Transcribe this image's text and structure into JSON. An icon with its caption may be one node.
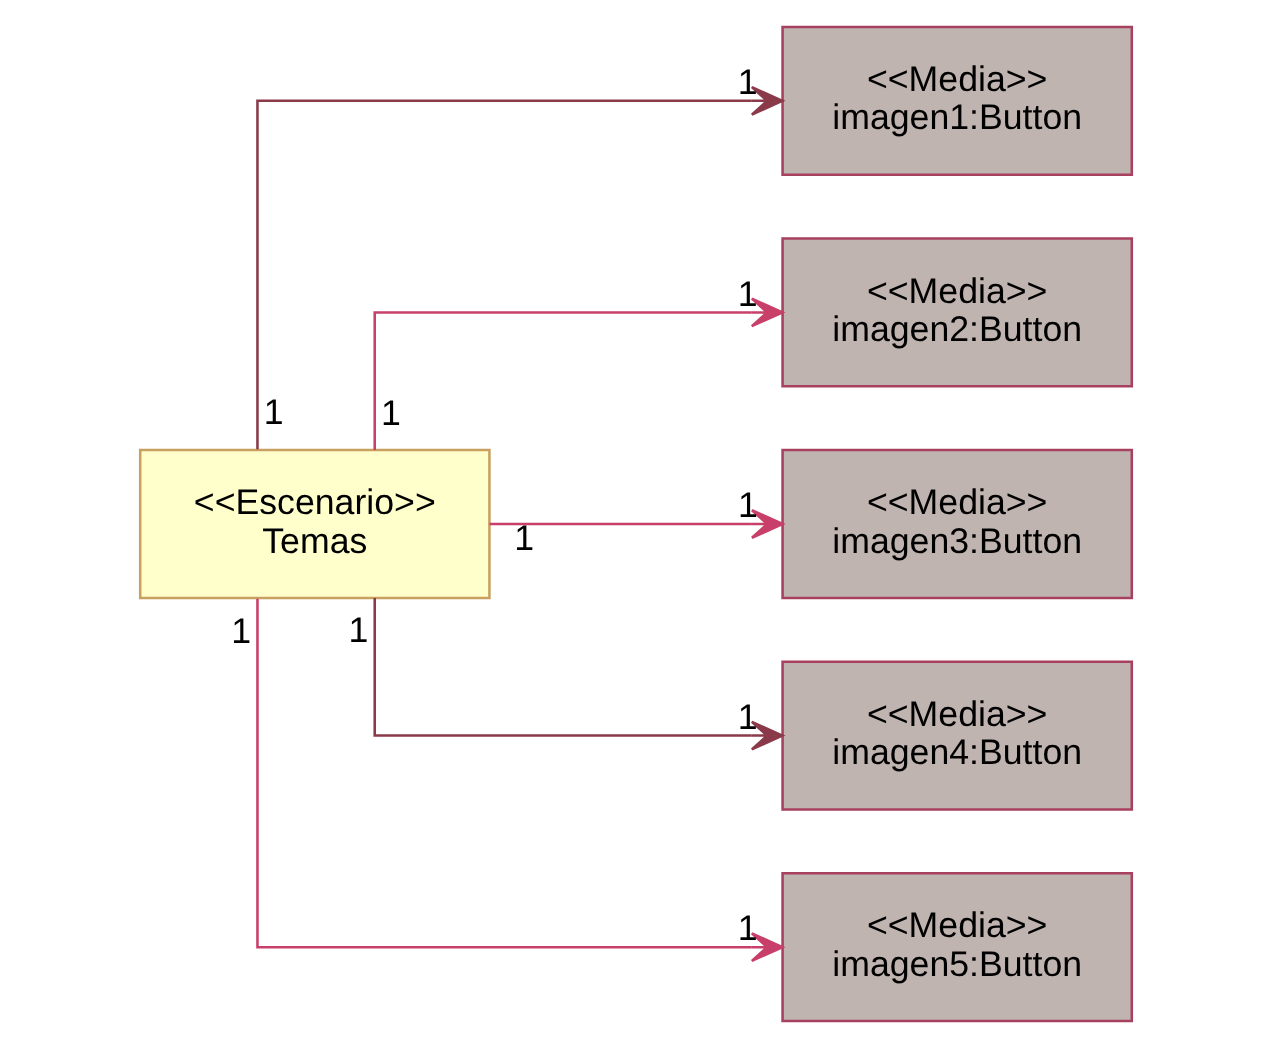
{
  "diagram": {
    "nodes": [
      {
        "text": [
          "<<Escenario>>",
          "Temas"
        ]
      },
      {
        "text": [
          "<<Media>>",
          "imagen1:Button"
        ]
      },
      {
        "text": [
          "<<Media>>",
          "imagen2:Button"
        ]
      },
      {
        "text": [
          "<<Media>>",
          "imagen3:Button"
        ]
      },
      {
        "text": [
          "<<Media>>",
          "imagen4:Button"
        ]
      },
      {
        "text": [
          "<<Media>>",
          "imagen5:Button"
        ]
      }
    ],
    "edges": [
      {
        "from": 0,
        "to": 1,
        "arrow": "to",
        "color": "#8b3a4a"
      },
      {
        "from": 0,
        "to": 2,
        "arrow": "to"
      },
      {
        "from": 0,
        "to": 3,
        "arrow": "to"
      },
      {
        "from": 0,
        "to": 4,
        "arrow": "to",
        "color": "#8b3a4a"
      },
      {
        "from": 0,
        "to": 5,
        "arrow": "to"
      }
    ],
    "labels": [
      "1",
      "1",
      "1",
      "1",
      "1",
      "1",
      "1",
      "1",
      "1",
      "1"
    ]
  }
}
